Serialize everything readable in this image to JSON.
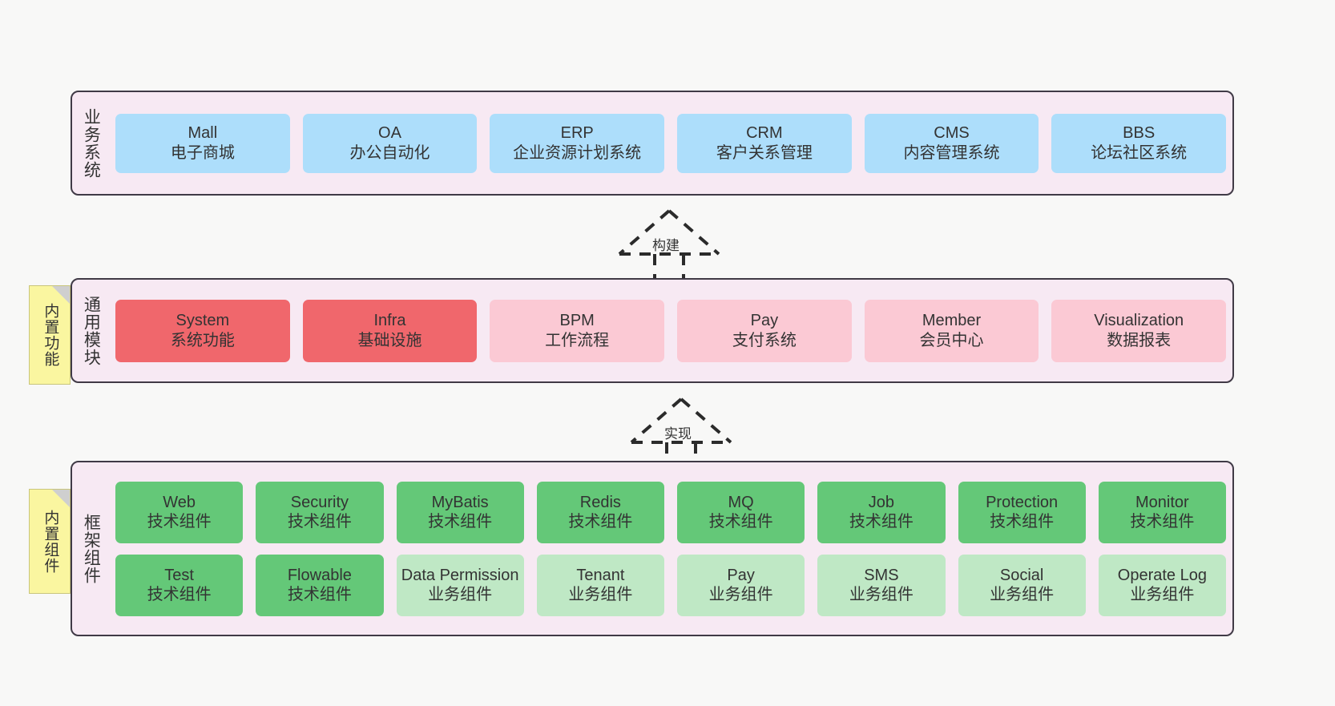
{
  "layers": [
    {
      "id": "business",
      "title": "业务系统",
      "rows": [
        {
          "cards": [
            {
              "t1": "Mall",
              "t2": "电子商城",
              "color": "#addefb"
            },
            {
              "t1": "OA",
              "t2": "办公自动化",
              "color": "#addefb"
            },
            {
              "t1": "ERP",
              "t2": "企业资源计划系统",
              "color": "#addefb"
            },
            {
              "t1": "CRM",
              "t2": "客户关系管理",
              "color": "#addefb"
            },
            {
              "t1": "CMS",
              "t2": "内容管理系统",
              "color": "#addefb"
            },
            {
              "t1": "BBS",
              "t2": "论坛社区系统",
              "color": "#addefb"
            }
          ]
        }
      ]
    },
    {
      "id": "common",
      "title": "通用模块",
      "rows": [
        {
          "cards": [
            {
              "t1": "System",
              "t2": "系统功能",
              "color": "#f0676c"
            },
            {
              "t1": "Infra",
              "t2": "基础设施",
              "color": "#f0676c"
            },
            {
              "t1": "BPM",
              "t2": "工作流程",
              "color": "#fbc9d4"
            },
            {
              "t1": "Pay",
              "t2": "支付系统",
              "color": "#fbc9d4"
            },
            {
              "t1": "Member",
              "t2": "会员中心",
              "color": "#fbc9d4"
            },
            {
              "t1": "Visualization",
              "t2": "数据报表",
              "color": "#fbc9d4"
            }
          ]
        }
      ]
    },
    {
      "id": "framework",
      "title": "框架组件",
      "rows": [
        {
          "cards": [
            {
              "t1": "Web",
              "t2": "技术组件",
              "color": "#64c878"
            },
            {
              "t1": "Security",
              "t2": "技术组件",
              "color": "#64c878"
            },
            {
              "t1": "MyBatis",
              "t2": "技术组件",
              "color": "#64c878"
            },
            {
              "t1": "Redis",
              "t2": "技术组件",
              "color": "#64c878"
            },
            {
              "t1": "MQ",
              "t2": "技术组件",
              "color": "#64c878"
            },
            {
              "t1": "Job",
              "t2": "技术组件",
              "color": "#64c878"
            },
            {
              "t1": "Protection",
              "t2": "技术组件",
              "color": "#64c878"
            },
            {
              "t1": "Monitor",
              "t2": "技术组件",
              "color": "#64c878"
            }
          ]
        },
        {
          "cards": [
            {
              "t1": "Test",
              "t2": "技术组件",
              "color": "#64c878"
            },
            {
              "t1": "Flowable",
              "t2": "技术组件",
              "color": "#64c878"
            },
            {
              "t1": "Data Permission",
              "t2": "业务组件",
              "color": "#bfe8c5"
            },
            {
              "t1": "Tenant",
              "t2": "业务组件",
              "color": "#bfe8c5"
            },
            {
              "t1": "Pay",
              "t2": "业务组件",
              "color": "#bfe8c5"
            },
            {
              "t1": "SMS",
              "t2": "业务组件",
              "color": "#bfe8c5"
            },
            {
              "t1": "Social",
              "t2": "业务组件",
              "color": "#bfe8c5"
            },
            {
              "t1": "Operate Log",
              "t2": "业务组件",
              "color": "#bfe8c5"
            }
          ]
        }
      ]
    }
  ],
  "notes": [
    {
      "id": "features",
      "label": "内置功能"
    },
    {
      "id": "components",
      "label": "内置组件"
    }
  ],
  "arrows": [
    {
      "id": "build",
      "label": "构建"
    },
    {
      "id": "impl",
      "label": "实现"
    }
  ],
  "colors": {
    "panel_bg": "#f7e9f3",
    "panel_border": "#403a46",
    "note_bg": "#faf6a0",
    "business": "#addefb",
    "core_module": "#f0676c",
    "module": "#fbc9d4",
    "tech_component": "#64c878",
    "biz_component": "#bfe8c5",
    "canvas_bg": "#f8f8f7"
  }
}
